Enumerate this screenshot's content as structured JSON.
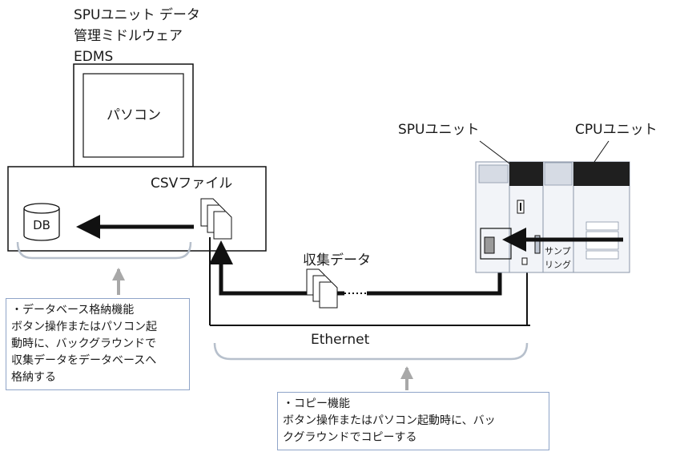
{
  "pc_header": [
    "SPUユニット データ",
    "管理ミドルウェア",
    "EDMS"
  ],
  "monitor_label": "パソコン",
  "csv_label": "CSVファイル",
  "db_label": "DB",
  "collected_data_label": "収集データ",
  "ethernet_label": "Ethernet",
  "spu_unit_label": "SPUユニット",
  "cpu_unit_label": "CPUユニット",
  "sampling_label": [
    "サンプ",
    "リング"
  ],
  "notes": {
    "database_storage": [
      "・データベース格納機能",
      "ボタン操作またはパソコン起",
      "動時に、バックグラウンドで",
      "収集データをデータベースへ",
      "格納する"
    ],
    "copy": [
      "・コピー機能",
      "ボタン操作またはパソコン起動時に、バッ",
      "クグラウンドでコピーする"
    ]
  },
  "colors": {
    "line": "#111111",
    "plc_dark": "#1f1f1f",
    "plc_panel": "#f2f4f8",
    "note_border": "#8fa4c8",
    "pointer_arrow": "#a8a8a8"
  }
}
